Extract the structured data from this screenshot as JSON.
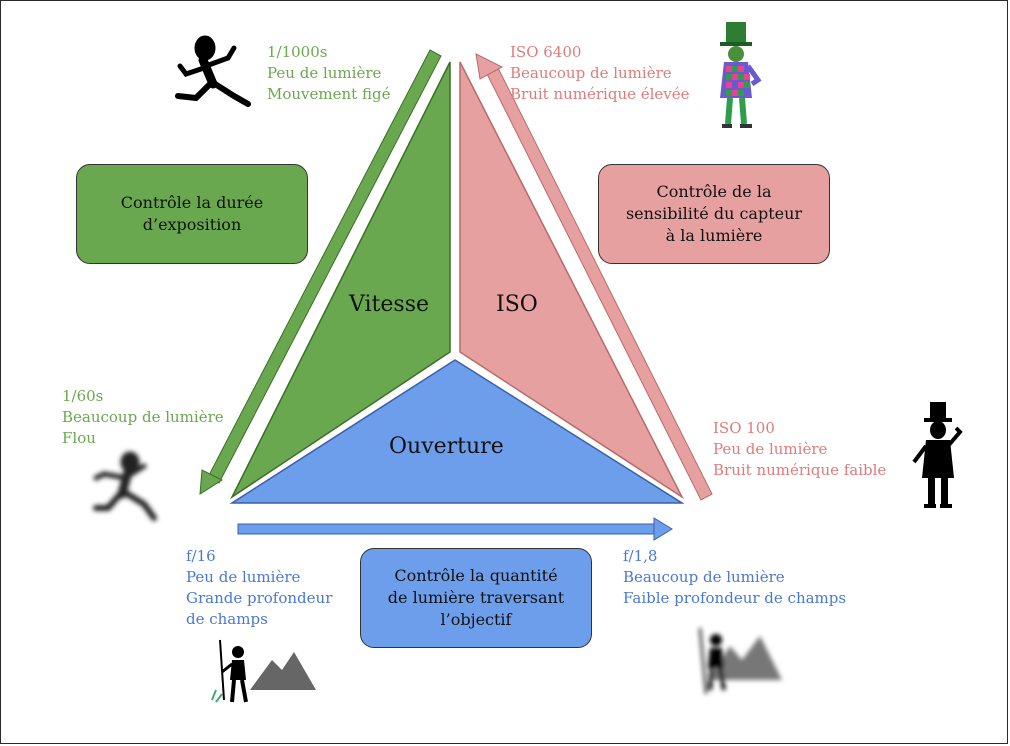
{
  "triangle": {
    "speed_label": "Vitesse",
    "iso_label": "ISO",
    "aperture_label": "Ouverture"
  },
  "speed": {
    "fast": {
      "value": "1/1000s",
      "line1": "Peu de lumière",
      "line2": "Mouvement figé"
    },
    "slow": {
      "value": "1/60s",
      "line1": "Beaucoup de lumière",
      "line2": "Flou"
    },
    "description": [
      "Contrôle la durée",
      "d’exposition"
    ]
  },
  "iso": {
    "high": {
      "value": "ISO 6400",
      "line1": "Beaucoup de lumière",
      "line2": "Bruit numérique élevée"
    },
    "low": {
      "value": "ISO 100",
      "line1": "Peu de lumière",
      "line2": "Bruit numérique faible"
    },
    "description": [
      "Contrôle de la",
      "sensibilité du capteur",
      "à la lumière"
    ]
  },
  "aperture": {
    "small": {
      "value": "f/16",
      "line1": "Peu de lumière",
      "line2": "Grande profondeur",
      "line3": "de champs"
    },
    "large": {
      "value": "f/1,8",
      "line1": "Beaucoup de lumière",
      "line2": "Faible profondeur de champs"
    },
    "description": [
      "Contrôle la quantité",
      "de lumière traversant",
      "l’objectif"
    ]
  },
  "colors": {
    "green": "#6aa84f",
    "red": "#e6a0a0",
    "blue": "#6d9eeb"
  },
  "icons": [
    "running-man-icon",
    "blurred-runner-icon",
    "harlequin-figure-icon",
    "top-hat-figure-icon",
    "hiker-mountain-icon",
    "blurred-hiker-icon"
  ]
}
